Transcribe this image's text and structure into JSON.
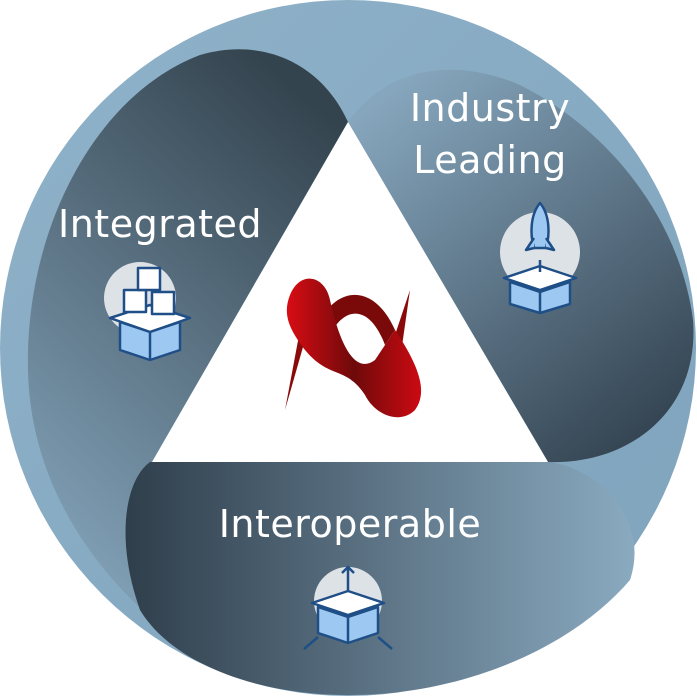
{
  "segments": [
    {
      "label": "Integrated",
      "icon": "stacked-boxes-icon"
    },
    {
      "label_line1": "Industry",
      "label_line2": "Leading",
      "icon": "rocket-box-icon"
    },
    {
      "label": "Interoperable",
      "icon": "open-box-arrows-icon"
    }
  ],
  "center_logo": "red-ribbon-logo",
  "colors": {
    "ring_light": "#8aaec6",
    "band_dark": "#2f3f4e",
    "icon_blue": "#9cc8f2",
    "icon_stroke": "#1f4f86",
    "logo_red": "#cc0a12"
  }
}
